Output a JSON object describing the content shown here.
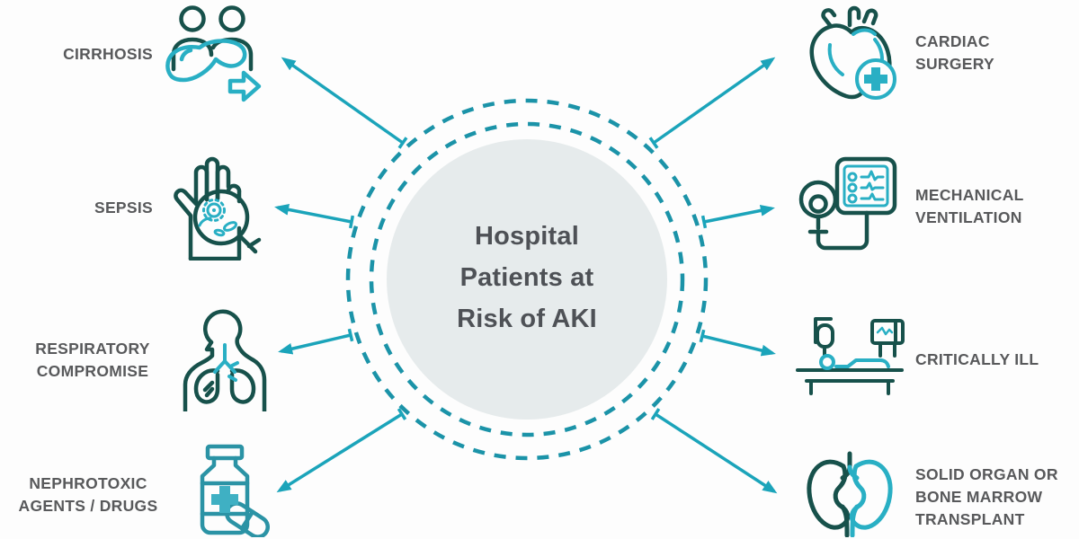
{
  "center": {
    "title": "Hospital\nPatients at\nRisk of AKI"
  },
  "risk_factors": {
    "left": [
      {
        "label": "CIRRHOSIS",
        "icon": "people-liver-icon"
      },
      {
        "label": "SEPSIS",
        "icon": "hand-magnifier-germs-icon"
      },
      {
        "label": "RESPIRATORY\nCOMPROMISE",
        "icon": "lungs-airway-icon"
      },
      {
        "label": "NEPHROTOXIC\nAGENTS / DRUGS",
        "icon": "pill-bottle-icon"
      }
    ],
    "right": [
      {
        "label": "CARDIAC\nSURGERY",
        "icon": "heart-plus-icon"
      },
      {
        "label": "MECHANICAL\nVENTILATION",
        "icon": "ventilator-monitor-icon"
      },
      {
        "label": "CRITICALLY ILL",
        "icon": "patient-bed-icon"
      },
      {
        "label": "SOLID ORGAN OR\nBONE MARROW\nTRANSPLANT",
        "icon": "kidneys-icon"
      }
    ]
  },
  "colors": {
    "arrow_teal": "#1ba4ba",
    "ring_teal": "#1b93a8",
    "icon_dark_teal": "#17514b",
    "icon_cyan": "#29afc4",
    "bottle_teal": "#2b93a5",
    "center_circle_fill": "#e6ebec",
    "label_text": "#58595b",
    "center_title_text": "#4e5156",
    "background": "#fdfdfd"
  }
}
